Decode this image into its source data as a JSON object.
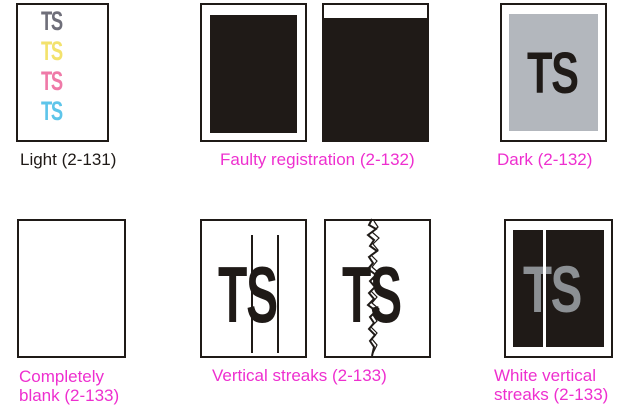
{
  "sample_text": "TS",
  "defects": [
    {
      "caption_lines": [
        "Light (2-131)"
      ],
      "link": false
    },
    {
      "caption_lines": [
        "Faulty registration (2-132)"
      ],
      "link": true
    },
    {
      "caption_lines": [
        "Dark (2-132)"
      ],
      "link": true
    },
    {
      "caption_lines": [
        "Completely",
        "blank (2-133)"
      ],
      "link": true
    },
    {
      "caption_lines": [
        "Vertical streaks (2-133)"
      ],
      "link": true
    },
    {
      "caption_lines": [
        "White vertical",
        "streaks (2-133)"
      ],
      "link": true
    }
  ],
  "colors": {
    "ink": "#1f1a17",
    "link": "#ee2fcf",
    "dark_background": "#b3b7bd",
    "light_text": [
      "#6f6f7a",
      "#f3e26d",
      "#ef7aa8",
      "#5ec5ea"
    ],
    "white_streak_text": "#8c9094"
  }
}
